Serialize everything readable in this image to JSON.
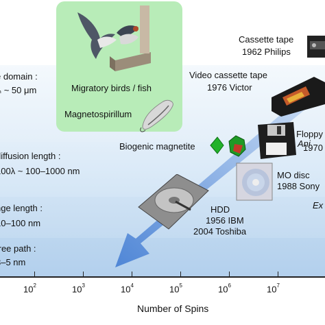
{
  "scales": [
    {
      "line1": "e domain :",
      "line2": "ₘ ~ 50 μm"
    },
    {
      "line1": "diffusion length :",
      "line2": "100λ ~ 100–1000 nm"
    },
    {
      "line1": "nge length :",
      "line2": "10–100 nm"
    },
    {
      "line1": "free path :",
      "line2": "3–5 nm"
    }
  ],
  "bio": {
    "birds_label": "Migratory birds / fish",
    "bacteria_label": "Magnetospirillum",
    "magnetite_label": "Biogenic magnetite"
  },
  "devices": {
    "cassette": {
      "name": "Cassette tape",
      "detail": "1962 Philips"
    },
    "vcr": {
      "name": "Video cassette tape",
      "detail": "1976 Victor"
    },
    "floppy": {
      "name": "Floppy",
      "detail": "1970"
    },
    "mo": {
      "name": "MO disc",
      "detail": "1988 Sony"
    },
    "hdd": {
      "name": "HDD",
      "detail1": "1956 IBM",
      "detail2": "2004 Toshiba"
    }
  },
  "side_labels": {
    "top": "Ani",
    "bottom": "Ex"
  },
  "axis": {
    "xlabel": "Number of Spins",
    "base": "10",
    "exponents": [
      "2",
      "3",
      "4",
      "5",
      "6",
      "7"
    ]
  },
  "colors": {
    "bio_box": "#b8ecb8",
    "arrow": "#6c9ee0",
    "magnetite": "#22b22a"
  }
}
